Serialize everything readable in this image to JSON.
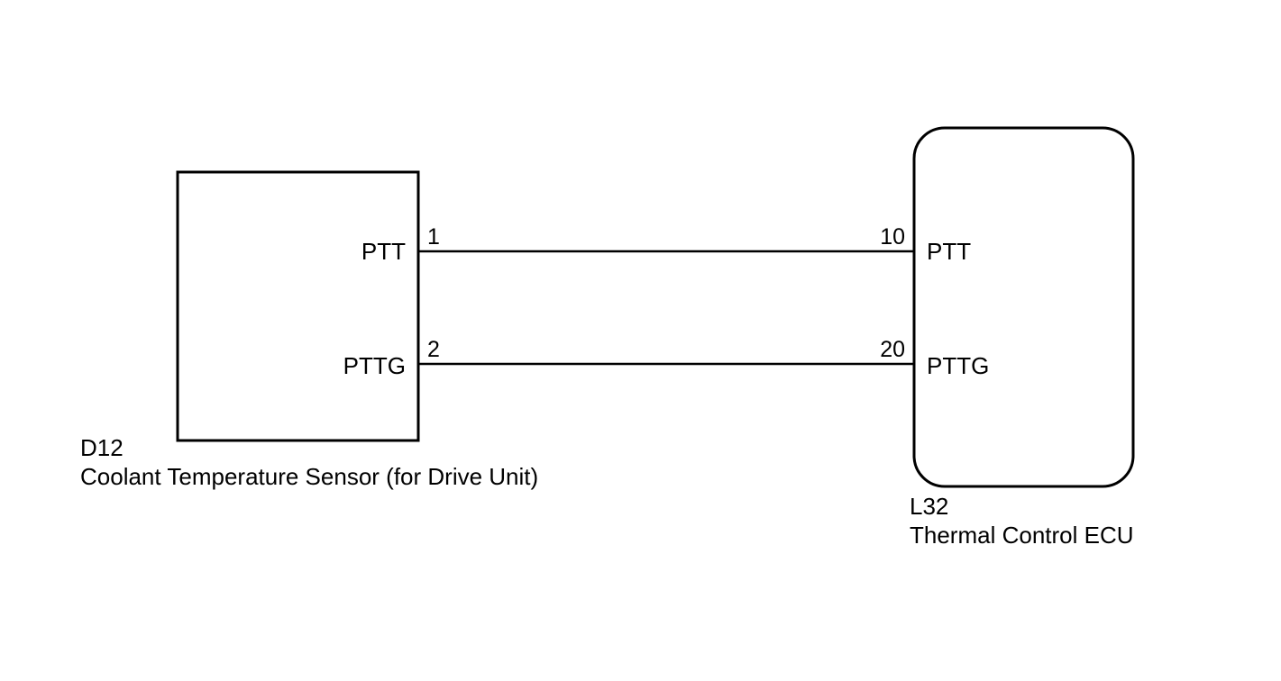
{
  "sensor": {
    "code": "D12",
    "name": "Coolant Temperature Sensor (for Drive Unit)",
    "pins": [
      {
        "number": "1",
        "signal": "PTT"
      },
      {
        "number": "2",
        "signal": "PTTG"
      }
    ]
  },
  "ecu": {
    "code": "L32",
    "name": "Thermal Control ECU",
    "pins": [
      {
        "number": "10",
        "signal": "PTT"
      },
      {
        "number": "20",
        "signal": "PTTG"
      }
    ]
  },
  "wires": [
    {
      "from": "sensor.pin-1",
      "to": "ecu.pin-10"
    },
    {
      "from": "sensor.pin-2",
      "to": "ecu.pin-20"
    }
  ]
}
